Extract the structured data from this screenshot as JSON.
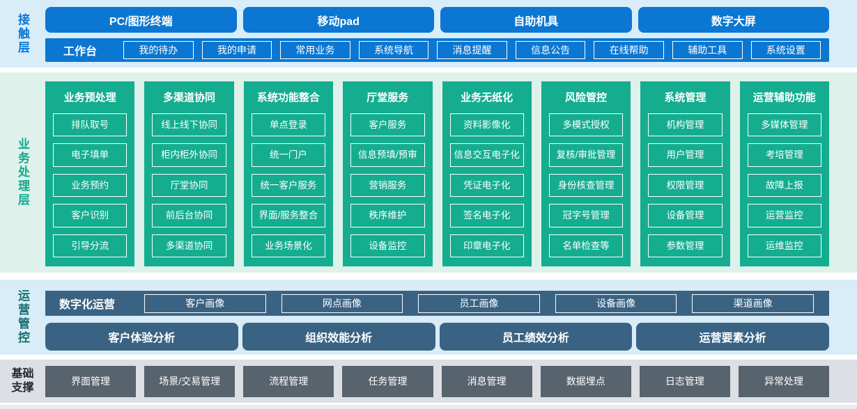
{
  "colors": {
    "accent_blue": "#0b77d2",
    "accent_green": "#14ad90",
    "accent_steel_blue": "#3a6383",
    "accent_slate": "#57636d",
    "bg_light_blue": "#d8edf8",
    "bg_light_green": "#def1ea",
    "bg_light_gray": "#dcdfe3"
  },
  "contact": {
    "label": "接触层",
    "channels": [
      "PC/图形终端",
      "移动pad",
      "自助机具",
      "数字大屏"
    ],
    "workbench": {
      "label": "工作台",
      "items": [
        "我的待办",
        "我的申请",
        "常用业务",
        "系统导航",
        "消息提醒",
        "信息公告",
        "在线帮助",
        "辅助工具",
        "系统设置"
      ]
    }
  },
  "business": {
    "label": "业务处理层",
    "columns": [
      {
        "title": "业务预处理",
        "items": [
          "排队取号",
          "电子填单",
          "业务预约",
          "客户识别",
          "引导分流"
        ]
      },
      {
        "title": "多渠道协同",
        "items": [
          "线上线下协同",
          "柜内柜外协同",
          "厅堂协同",
          "前后台协同",
          "多渠道协同"
        ]
      },
      {
        "title": "系统功能整合",
        "items": [
          "单点登录",
          "统一门户",
          "统一客户服务",
          "界面/服务整合",
          "业务场景化"
        ]
      },
      {
        "title": "厅堂服务",
        "items": [
          "客户服务",
          "信息预填/预审",
          "营销服务",
          "秩序维护",
          "设备监控"
        ]
      },
      {
        "title": "业务无纸化",
        "items": [
          "资料影像化",
          "信息交互电子化",
          "凭证电子化",
          "签名电子化",
          "印章电子化"
        ]
      },
      {
        "title": "风险管控",
        "items": [
          "多模式授权",
          "复核/审批管理",
          "身份核查管理",
          "冠字号管理",
          "名单检查等"
        ]
      },
      {
        "title": "系统管理",
        "items": [
          "机构管理",
          "用户管理",
          "权限管理",
          "设备管理",
          "参数管理"
        ]
      },
      {
        "title": "运营辅助功能",
        "items": [
          "多媒体管理",
          "考培管理",
          "故障上报",
          "运营监控",
          "运维监控"
        ]
      }
    ]
  },
  "operations": {
    "label": "运营管控",
    "digital": {
      "label": "数字化运营",
      "items": [
        "客户画像",
        "网点画像",
        "员工画像",
        "设备画像",
        "渠道画像"
      ]
    },
    "analytics": [
      "客户体验分析",
      "组织效能分析",
      "员工绩效分析",
      "运营要素分析"
    ]
  },
  "foundation": {
    "label": "基础支撑",
    "items": [
      "界面管理",
      "场景/交易管理",
      "流程管理",
      "任务管理",
      "消息管理",
      "数据埋点",
      "日志管理",
      "异常处理"
    ]
  }
}
